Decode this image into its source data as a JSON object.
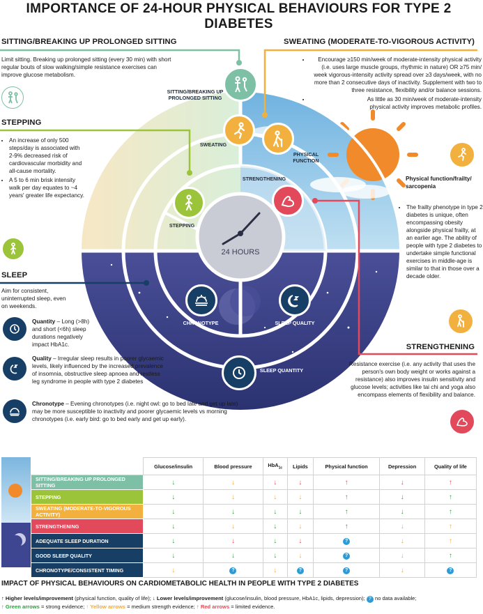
{
  "title": "IMPORTANCE OF 24-HOUR PHYSICAL BEHAVIOURS FOR TYPE 2 DIABETES",
  "wheel": {
    "center_label": "24 HOURS",
    "segments": {
      "sitting": "SITTING/BREAKING UP PROLONGED SITTING",
      "sweating": "SWEATING",
      "physical_function": "PHYSICAL FUNCTION",
      "strengthening": "STRENGTHENING",
      "stepping": "STEPPING",
      "chronotype": "CHRONOTYPE",
      "sleep_quality": "SLEEP QUALITY",
      "sleep_quantity": "SLEEP QUANTITY"
    }
  },
  "sitting": {
    "heading": "SITTING/BREAKING UP PROLONGED SITTING",
    "text": "Limit sitting. Breaking up prolonged sitting (every 30 min) with short regular bouts of slow walking/simple resistance exercises can improve glucose metabolism."
  },
  "stepping": {
    "heading": "STEPPING",
    "bullets": [
      "An increase of only 500 steps/day is associated with 2-9% decreased risk of cardiovascular morbidity and all-cause mortality.",
      "A 5 to 6 min brisk intensity walk per day equates to ~4 years' greater life expectancy."
    ]
  },
  "sleep": {
    "heading": "SLEEP",
    "intro": "Aim for consistent, uninterrupted sleep, even on weekends.",
    "items": [
      {
        "label": "Quantity",
        "text": " – Long (>8h) and short (<6h) sleep durations negatively impact HbA1c."
      },
      {
        "label": "Quality",
        "text": " – Irregular sleep results in poorer glycaemic levels, likely influenced by the increased prevalence of insomnia, obstructive sleep apnoea and restless leg syndrome in people with type 2 diabetes"
      },
      {
        "label": "Chronotype",
        "text": " – Evening chronotypes (i.e. night owl: go to bed late and get up late) may be more susceptible to inactivity and poorer glycaemic levels vs morning chronotypes (i.e. early bird: go to bed early and get up early)."
      }
    ]
  },
  "sweating": {
    "heading": "SWEATING (MODERATE-TO-VIGOROUS ACTIVITY)",
    "bullets": [
      "Encourage ≥150 min/week of moderate-intensity physical activity (i.e. uses large muscle groups, rhythmic in nature) OR ≥75 min/ week vigorous-intensity activity spread over ≥3 days/week, with no more than 2 consecutive days of inactivity. Supplement with two to three resistance, flexibility and/or balance sessions.",
      "As little as 30 min/week of moderate-intensity physical activity improves metabolic profiles."
    ]
  },
  "physical_function": {
    "heading": "Physical function/frailty/ sarcopenia",
    "bullets": [
      "The frailty phenotype in type 2 diabetes is unique, often encompassing obesity alongside physical frailty, at an earlier age. The ability of people with type 2 diabetes to undertake simple functional exercises in middle-age is similar to that in those over a decade older."
    ]
  },
  "strengthening": {
    "heading": "STRENGTHENING",
    "text": "Resistance exercise (i.e. any activity that uses the person's own body weight or works against a resistance) also improves insulin sensitivity and glucose levels; activities like tai chi and yoga also encompass elements of flexibility and balance."
  },
  "table": {
    "columns": [
      "Glucose/insulin",
      "Blood pressure",
      "HbA1c",
      "Lipids",
      "Physical function",
      "Depression",
      "Quality of life"
    ],
    "rows": [
      {
        "label": "SITTING/BREAKING UP PROLONGED SITTING",
        "color": "#7dc0a6",
        "cells": [
          "gd",
          "yd",
          "rd",
          "rd",
          "ru",
          "rd",
          "ru"
        ]
      },
      {
        "label": "STEPPING",
        "color": "#9cc43a",
        "cells": [
          "gd",
          "yd",
          "yd",
          "yd",
          "ru",
          "gd",
          "gu"
        ]
      },
      {
        "label": "SWEATING (MODERATE-TO-VIGOROUS ACTIVITY)",
        "color": "#f2b13f",
        "cells": [
          "gd",
          "gd",
          "gd",
          "gd",
          "gu",
          "gd",
          "gu"
        ]
      },
      {
        "label": "STRENGTHENING",
        "color": "#e2495b",
        "cells": [
          "gd",
          "yd",
          "gd",
          "yd",
          "gu",
          "yd",
          "yu"
        ]
      },
      {
        "label": "ADEQUATE SLEEP DURATION",
        "color": "#173f66",
        "cells": [
          "gd",
          "rd",
          "gd",
          "rd",
          "q",
          "yd",
          "yu"
        ]
      },
      {
        "label": "GOOD SLEEP QUALITY",
        "color": "#173f66",
        "cells": [
          "gd",
          "gd",
          "gd",
          "yd",
          "q",
          "yd",
          "gu"
        ]
      },
      {
        "label": "CHRONOTYPE/CONSISTENT TIMING",
        "color": "#173f66",
        "cells": [
          "yd",
          "q",
          "yd",
          "q",
          "q",
          "yd",
          "q"
        ]
      }
    ]
  },
  "footer": {
    "heading": "IMPACT OF PHYSICAL BEHAVIOURS ON CARDIOMETABOLIC HEALTH IN PEOPLE WITH TYPE 2 DIABETES",
    "higher": "Higher levels/improvement",
    "higher_detail": " (physical function, quality of life); ",
    "lower": "Lower levels/improvement",
    "lower_detail": " (glucose/insulin, blood pressure, HbA1c, lipids, depression); ",
    "no_data": "no data  available;",
    "green": "Green arrows",
    "green_detail": " = strong evidence; ",
    "yellow": "Yellow arrows",
    "yellow_detail": " = medium strength evidence; ",
    "red": "Red arrows",
    "red_detail": " = limited evidence."
  },
  "colors": {
    "sitting": "#7dc0a6",
    "stepping": "#9cc43a",
    "sweating": "#f2b13f",
    "strengthening": "#e2495b",
    "sleep": "#173f66",
    "sky": "#8fc3e4"
  }
}
